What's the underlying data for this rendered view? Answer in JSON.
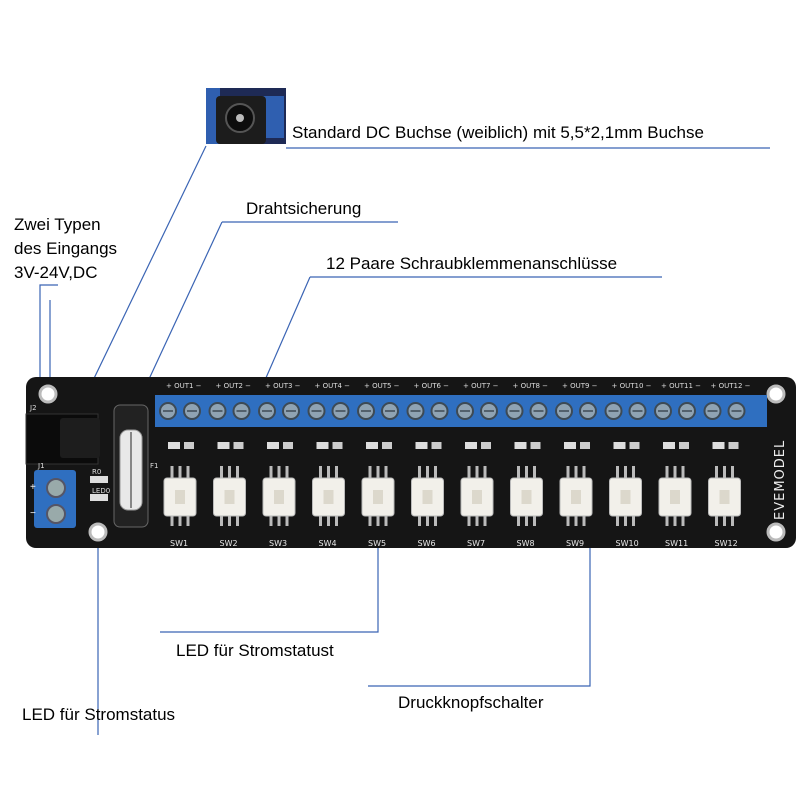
{
  "annotations": {
    "dc_jack": "Standard DC Buchse (weiblich) mit 5,5*2,1mm Buchse",
    "fuse": "Drahtsicherung",
    "terminals": "12 Paare Schraubklemmenanschlüsse",
    "input_types_line1": "Zwei Typen",
    "input_types_line2": "des Eingangs",
    "input_types_line3": "3V-24V,DC",
    "led_status_1": "LED für Stromstatust",
    "led_status_2": "LED für Stromstatus",
    "push_button": "Druckknopfschalter"
  },
  "board": {
    "brand": "EVEMODEL",
    "fuse_ref": "F1",
    "jack_ref": "J2",
    "terminal_ref": "J1",
    "resistor_ref": "R0",
    "led_ref": "LED0",
    "outputs": [
      "OUT1",
      "OUT2",
      "OUT3",
      "OUT4",
      "OUT5",
      "OUT6",
      "OUT7",
      "OUT8",
      "OUT9",
      "OUT10",
      "OUT11",
      "OUT12"
    ],
    "switches": [
      "SW1",
      "SW2",
      "SW3",
      "SW4",
      "SW5",
      "SW6",
      "SW7",
      "SW8",
      "SW9",
      "SW10",
      "SW11",
      "SW12"
    ],
    "colors": {
      "pcb": "#151515",
      "terminal_blue": "#2f6fc0",
      "line_blue": "#3a64b4"
    }
  }
}
